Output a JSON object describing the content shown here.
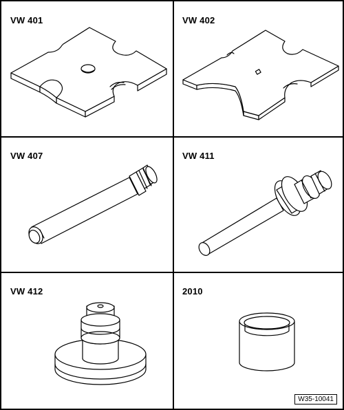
{
  "panels": [
    {
      "label": "VW 401"
    },
    {
      "label": "VW 402"
    },
    {
      "label": "VW 407"
    },
    {
      "label": "VW 411"
    },
    {
      "label": "VW 412"
    },
    {
      "label": "2010"
    }
  ],
  "drawing_number": "W35-10041"
}
